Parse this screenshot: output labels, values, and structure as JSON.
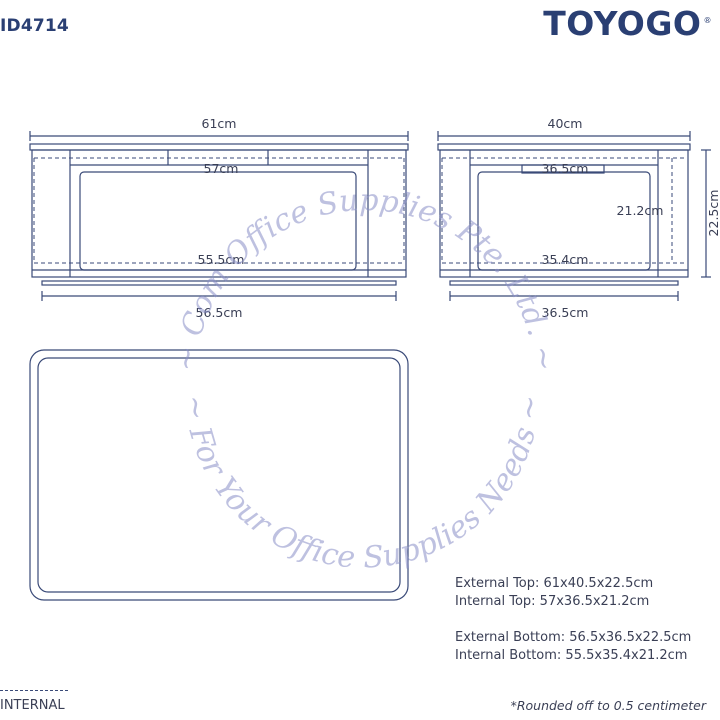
{
  "header": {
    "model_id": "ID4714",
    "brand": "TOYOGO",
    "brand_mark": "®"
  },
  "watermark": {
    "company": "~ Com Office Supplies Pte. Ltd. ~",
    "slogan": "~ For Your Office Supplies Needs ~"
  },
  "front_view": {
    "top_width": "61cm",
    "internal_top_width": "57cm",
    "internal_bottom_width": "55.5cm",
    "bottom_width": "56.5cm"
  },
  "side_view": {
    "top_width": "40cm",
    "internal_top_width": "36.5cm",
    "internal_height": "21.2cm",
    "height": "22.5cm",
    "internal_bottom_width": "35.4cm",
    "bottom_width": "36.5cm"
  },
  "specs": {
    "external_top": "External Top: 61x40.5x22.5cm",
    "internal_top": "Internal Top: 57x36.5x21.2cm",
    "external_bottom": "External Bottom: 56.5x36.5x22.5cm",
    "internal_bottom": "Internal Bottom: 55.5x35.4x21.2cm"
  },
  "legend": {
    "internal_label": "INTERNAL"
  },
  "footnote": "*Rounded off to 0.5 centimeter",
  "colors": {
    "brand": "#2a3f73",
    "line": "#3a4a78",
    "watermark": "#8a8fc8"
  }
}
